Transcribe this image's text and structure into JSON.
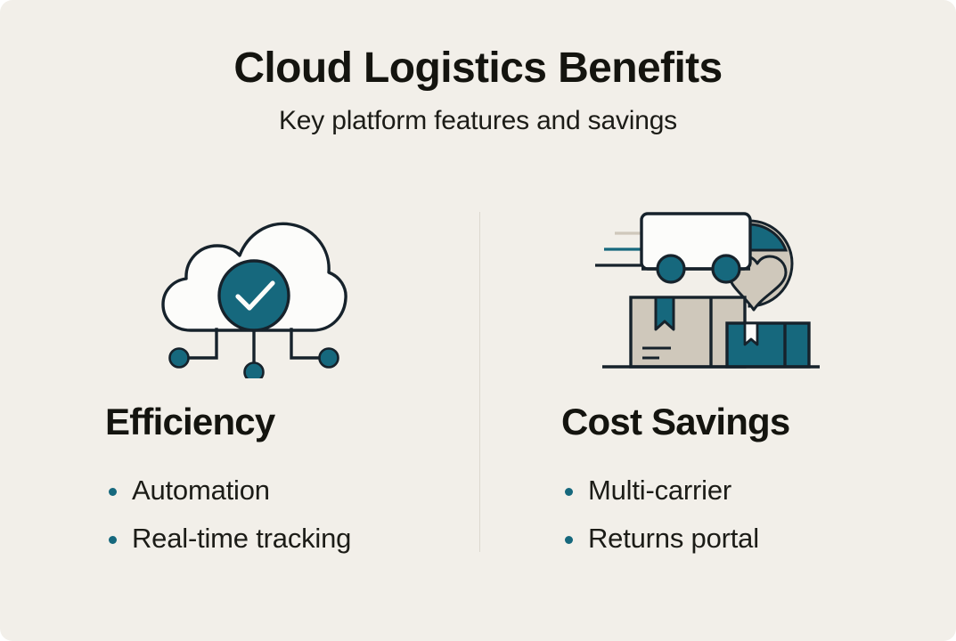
{
  "header": {
    "title": "Cloud Logistics Benefits",
    "subtitle": "Key platform features and savings"
  },
  "colors": {
    "background": "#F2EFE9",
    "accent_teal": "#16687D",
    "box_beige": "#CFC8BB",
    "outline_dark": "#16222B",
    "text_dark": "#14140F",
    "divider": "#DCD8D0",
    "white": "#FCFCFA"
  },
  "columns": [
    {
      "id": "efficiency",
      "icon": "cloud-check-network-icon",
      "heading": "Efficiency",
      "bullets": [
        "Automation",
        "Real-time tracking"
      ]
    },
    {
      "id": "cost-savings",
      "icon": "delivery-truck-boxes-icon",
      "heading": "Cost Savings",
      "bullets": [
        "Multi-carrier",
        "Returns portal"
      ]
    }
  ]
}
